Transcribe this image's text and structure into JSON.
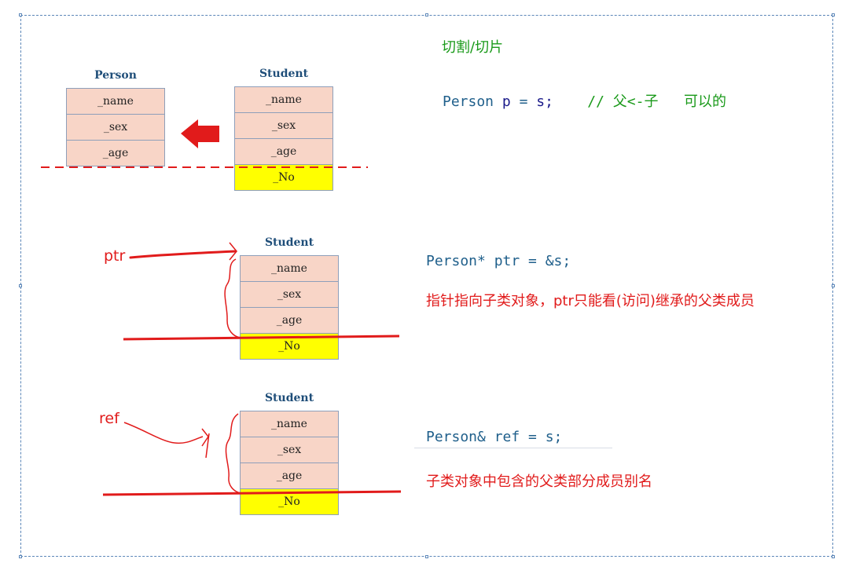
{
  "slice_title": "切割/切片",
  "colors": {
    "member_fill": "#f8d5c7",
    "extra_fill": "#ffff00",
    "red": "#e11b1b",
    "green": "#1a9a1a",
    "code_blue": "#1f5f8b"
  },
  "section1": {
    "parent_label": "Person",
    "parent_fields": [
      "_name",
      "_sex",
      "_age"
    ],
    "child_label": "Student",
    "child_fields": [
      "_name",
      "_sex",
      "_age"
    ],
    "child_extra": "_No",
    "code": {
      "type": "Person",
      "var": "p",
      "eq": "=",
      "rhs": "s;",
      "comment": "// 父<-子   可以的"
    }
  },
  "section2": {
    "pointer_label": "ptr",
    "child_label": "Student",
    "child_fields": [
      "_name",
      "_sex",
      "_age"
    ],
    "child_extra": "_No",
    "code": "Person* ptr = &s;",
    "note": "指针指向子类对象，ptr只能看(访问)继承的父类成员"
  },
  "section3": {
    "ref_label": "ref",
    "child_label": "Student",
    "child_fields": [
      "_name",
      "_sex",
      "_age"
    ],
    "child_extra": "_No",
    "code": "Person& ref = s;",
    "note": "子类对象中包含的父类部分成员别名"
  }
}
